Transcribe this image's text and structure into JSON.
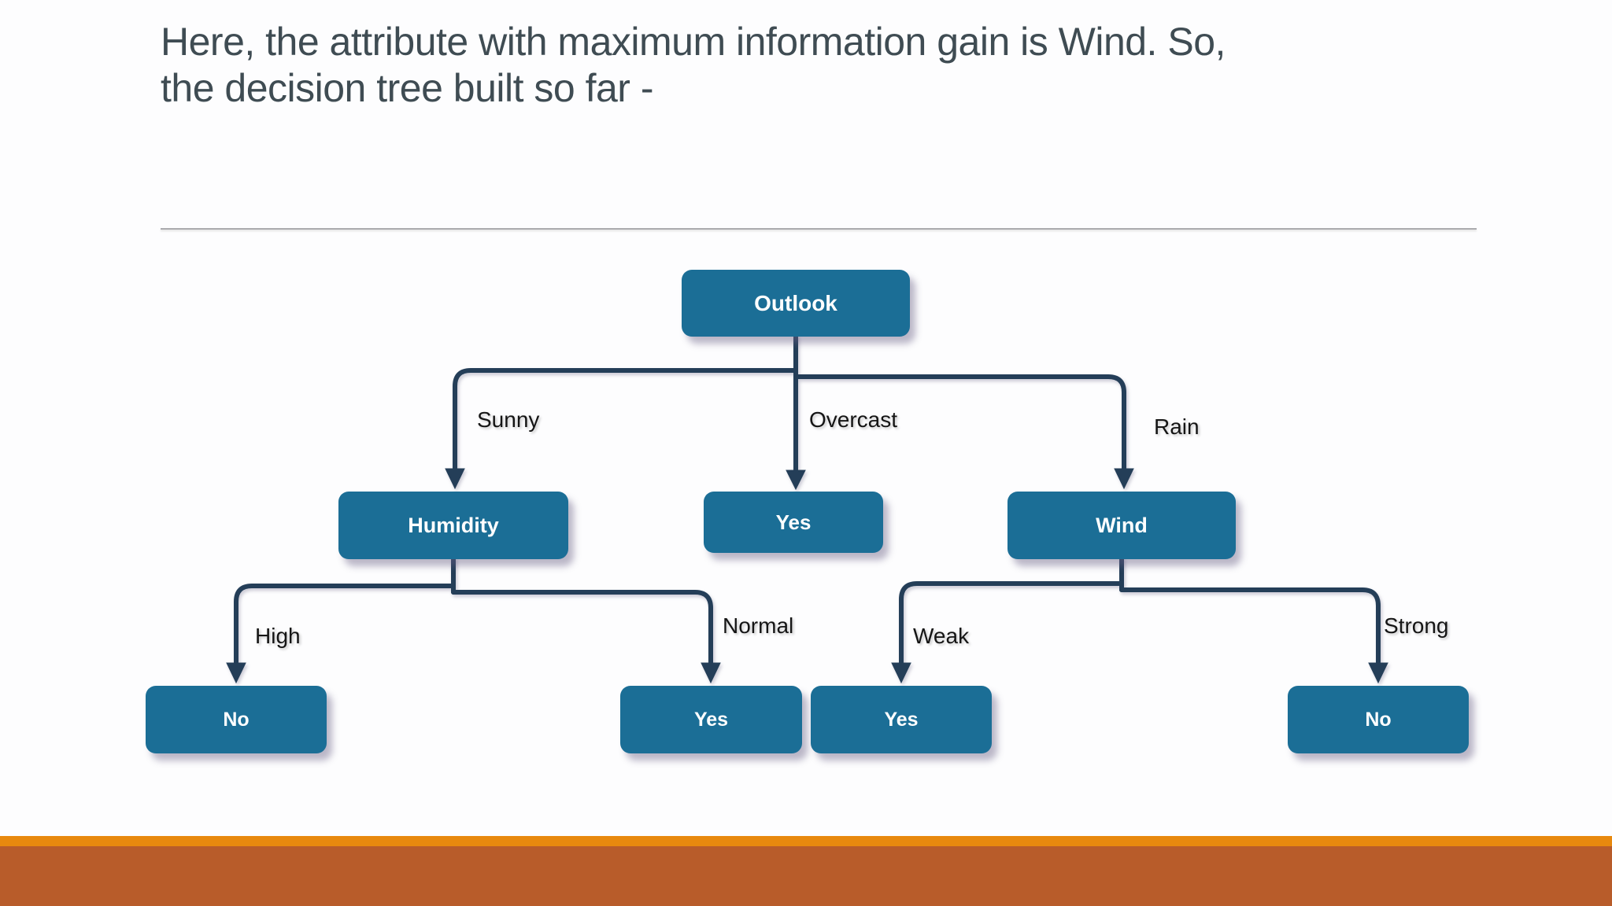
{
  "slide": {
    "title_lines": [
      "Here, the attribute with maximum information gain is Wind. So,",
      "the decision tree built so far -"
    ],
    "colors": {
      "node_fill": "#1b6e96",
      "node_text": "#ffffff",
      "connector": "#243e58",
      "accent_bar_top": "#e8890e",
      "accent_bar_bottom": "#b85c2a"
    }
  },
  "tree": {
    "nodes": [
      {
        "id": "outlook",
        "label": "Outlook",
        "level": 1
      },
      {
        "id": "humidity",
        "label": "Humidity",
        "level": 2
      },
      {
        "id": "yes-overcast",
        "label": "Yes",
        "level": 2
      },
      {
        "id": "wind",
        "label": "Wind",
        "level": 2
      },
      {
        "id": "no-high",
        "label": "No",
        "level": 3
      },
      {
        "id": "yes-normal",
        "label": "Yes",
        "level": 3
      },
      {
        "id": "yes-weak",
        "label": "Yes",
        "level": 3
      },
      {
        "id": "no-strong",
        "label": "No",
        "level": 3
      }
    ],
    "edges": [
      {
        "from": "Outlook",
        "to": "Humidity",
        "label": "Sunny"
      },
      {
        "from": "Outlook",
        "to": "Yes",
        "label": "Overcast"
      },
      {
        "from": "Outlook",
        "to": "Wind",
        "label": "Rain"
      },
      {
        "from": "Humidity",
        "to": "No",
        "label": "High"
      },
      {
        "from": "Humidity",
        "to": "Yes",
        "label": "Normal"
      },
      {
        "from": "Wind",
        "to": "Yes",
        "label": "Weak"
      },
      {
        "from": "Wind",
        "to": "No",
        "label": "Strong"
      }
    ]
  }
}
